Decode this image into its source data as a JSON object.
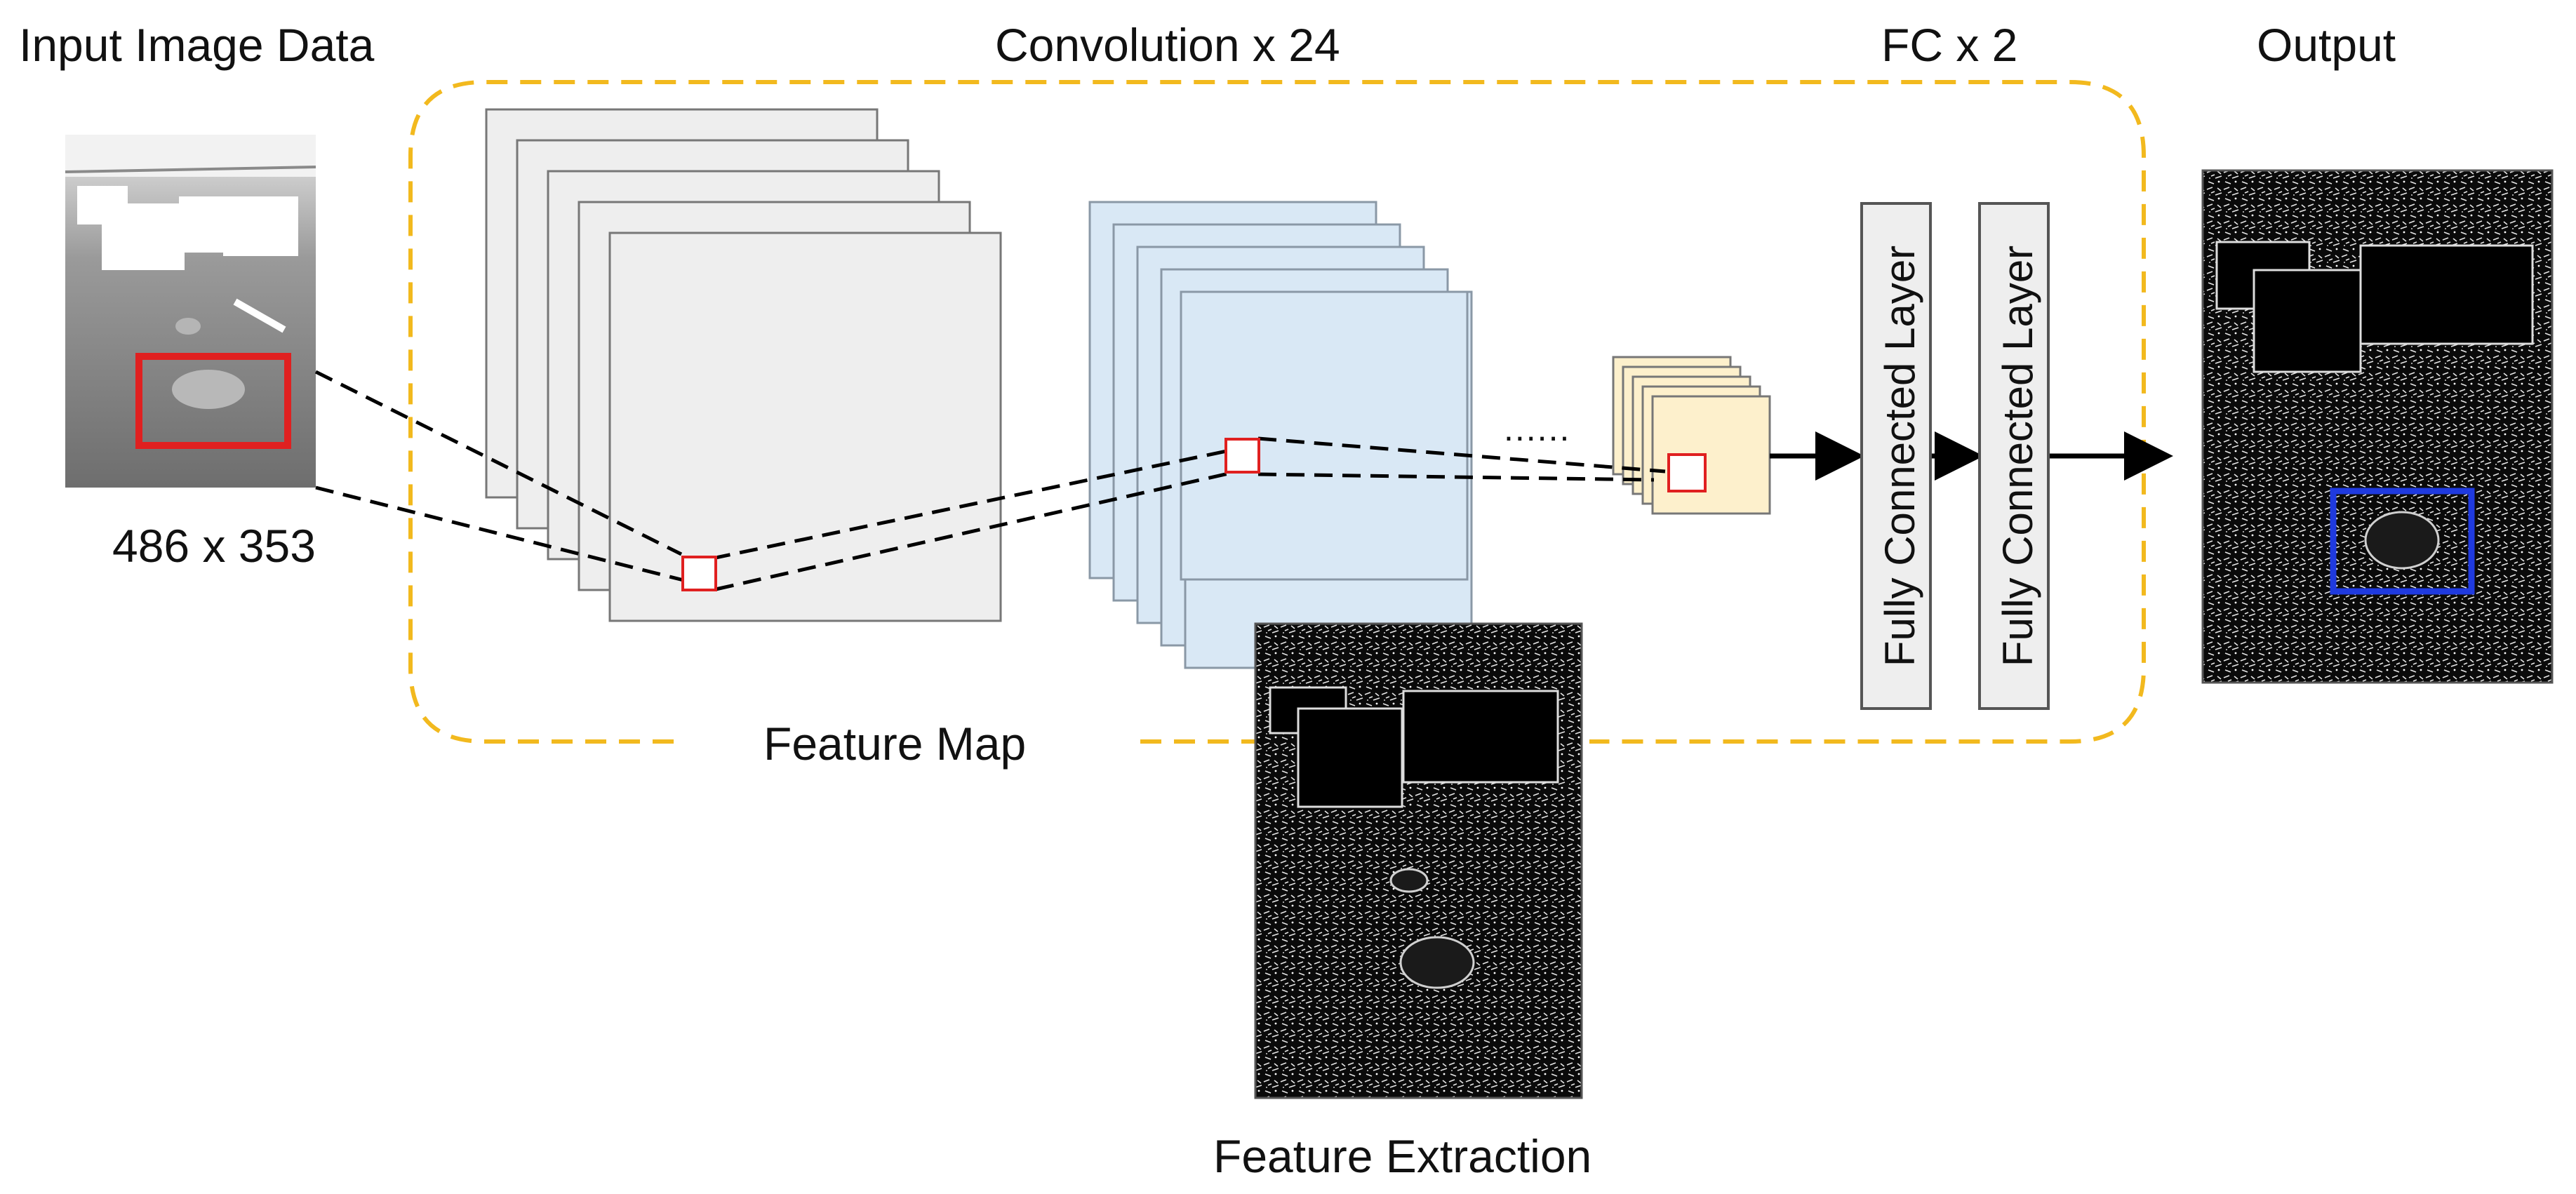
{
  "labels": {
    "input": "Input Image Data",
    "input_size": "486 x 353",
    "convolution": "Convolution x 24",
    "fc": "FC x 2",
    "output": "Output",
    "feature_map": "Feature Map",
    "feature_extraction": "Feature Extraction",
    "ellipsis": "......",
    "fc_layer_1": "Fully Connected Layer",
    "fc_layer_2": "Fully Connected Layer"
  },
  "colors": {
    "dashed_border": "#f2b91e",
    "highlight_box": "#e02020",
    "output_box": "#1f3adf",
    "layer_gray": "#eeeeee",
    "layer_blue": "#d9e8f5",
    "layer_yellow": "#fdf0cc"
  }
}
